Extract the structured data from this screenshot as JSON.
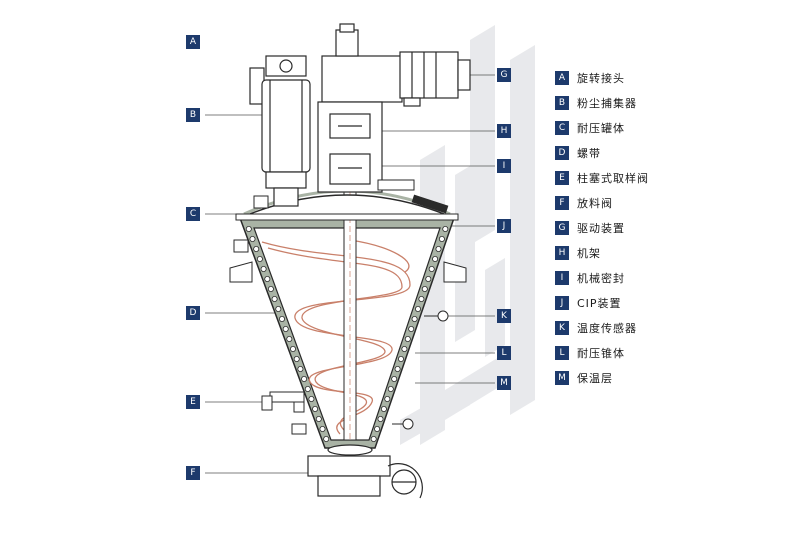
{
  "callouts": {
    "left": [
      "A",
      "B",
      "C",
      "D",
      "E",
      "F"
    ],
    "right": [
      "G",
      "H",
      "I",
      "J",
      "K",
      "L",
      "M"
    ]
  },
  "legend": [
    {
      "letter": "A",
      "text": "旋转接头"
    },
    {
      "letter": "B",
      "text": "粉尘捕集器"
    },
    {
      "letter": "C",
      "text": "耐压罐体"
    },
    {
      "letter": "D",
      "text": "螺带"
    },
    {
      "letter": "E",
      "text": "柱塞式取样阀"
    },
    {
      "letter": "F",
      "text": "放料阀"
    },
    {
      "letter": "G",
      "text": "驱动装置"
    },
    {
      "letter": "H",
      "text": "机架"
    },
    {
      "letter": "I",
      "text": "机械密封"
    },
    {
      "letter": "J",
      "text": "CIP装置"
    },
    {
      "letter": "K",
      "text": "温度传感器"
    },
    {
      "letter": "L",
      "text": "耐压锥体"
    },
    {
      "letter": "M",
      "text": "保温层"
    }
  ],
  "colors": {
    "badge": "#1d3a6c",
    "jacket": "#a9b3a5",
    "ribbon": "#c9806a",
    "outline": "#2a2a2a",
    "watermark": "#e8e9ec"
  }
}
